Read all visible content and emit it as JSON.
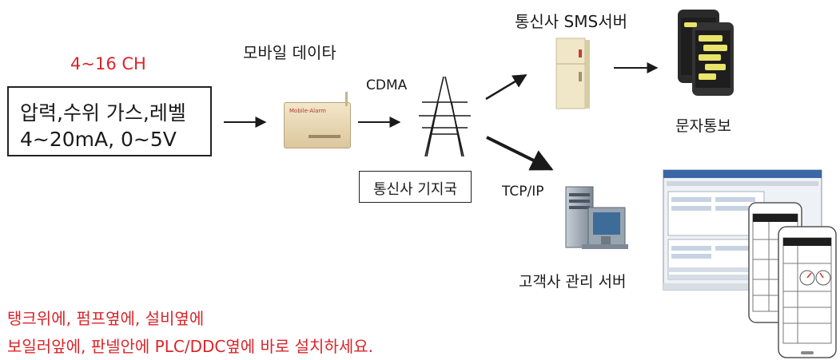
{
  "channel_label": "4~16 CH",
  "sensor_box": {
    "line1": "압력,수위 가스,레벨",
    "line2": "4~20mA, 0~5V"
  },
  "mobile_data_label": "모바일 데이타",
  "modem_device_text": "Mobile-Alarm",
  "cdma_label": "CDMA",
  "base_station_label": "통신사 기지국",
  "sms_server_label": "통신사 SMS서버",
  "sms_notify_label": "문자통보",
  "tcpip_label": "TCP/IP",
  "customer_server_label": "고객사 관리 서버",
  "install_note": {
    "line1": "탱크위에, 펌프옆에, 설비옆에",
    "line2": "보일러앞에, 판넬안에 PLC/DDC옆에 바로 설치하세요."
  },
  "colors": {
    "accent_red": "#d9252a",
    "arrow": "#1a1a1a",
    "phone_screen": "#1e1e1e",
    "sms_bubble": "#e9e46a",
    "fridge_server": "#efe7c8"
  }
}
